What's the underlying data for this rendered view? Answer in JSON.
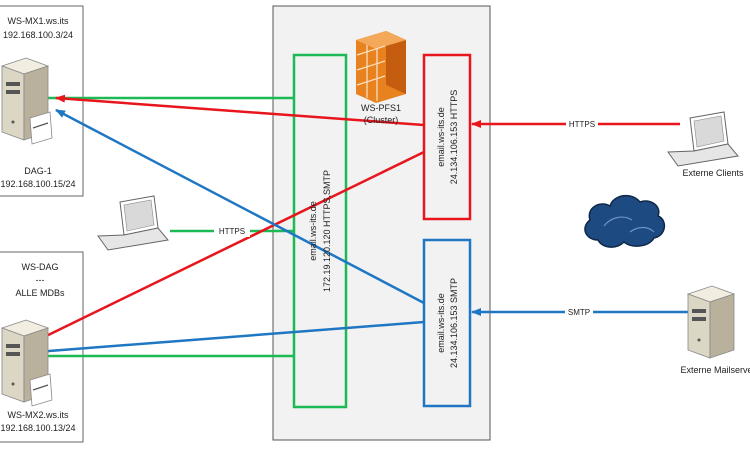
{
  "left_top_box": {
    "host": "WS-MX1.ws.its",
    "ip": "192.168.100.3/24",
    "dag_name": "DAG-1",
    "dag_ip": "192.168.100.15/24"
  },
  "left_bottom_box": {
    "dag_title": "WS-DAG",
    "separator": "---",
    "mdbs": "ALLE MDBs",
    "host": "WS-MX2.ws.its",
    "ip": "192.168.100.13/24"
  },
  "firewall": {
    "name": "WS-PFS1",
    "note": "(Cluster)"
  },
  "green_vip": {
    "line1": "email.ws-its.de",
    "line2": "172.19.120.120 HTTPS,SMTP"
  },
  "red_vip": {
    "line1": "email.ws-its.de",
    "line2": "24.134.106.153 HTTPS"
  },
  "blue_vip": {
    "line1": "email.ws-its.de",
    "line2": "24.134.106.153 SMTP"
  },
  "labels": {
    "https_internal": "HTTPS",
    "https_external": "HTTPS",
    "smtp_external": "SMTP",
    "external_clients": "Externe Clients",
    "external_mailserver": "Externe Mailserver"
  },
  "colors": {
    "green": "#1db954",
    "red": "#e8161c",
    "blue": "#1f77c4",
    "firewall_panel": "#f2f2f2"
  }
}
